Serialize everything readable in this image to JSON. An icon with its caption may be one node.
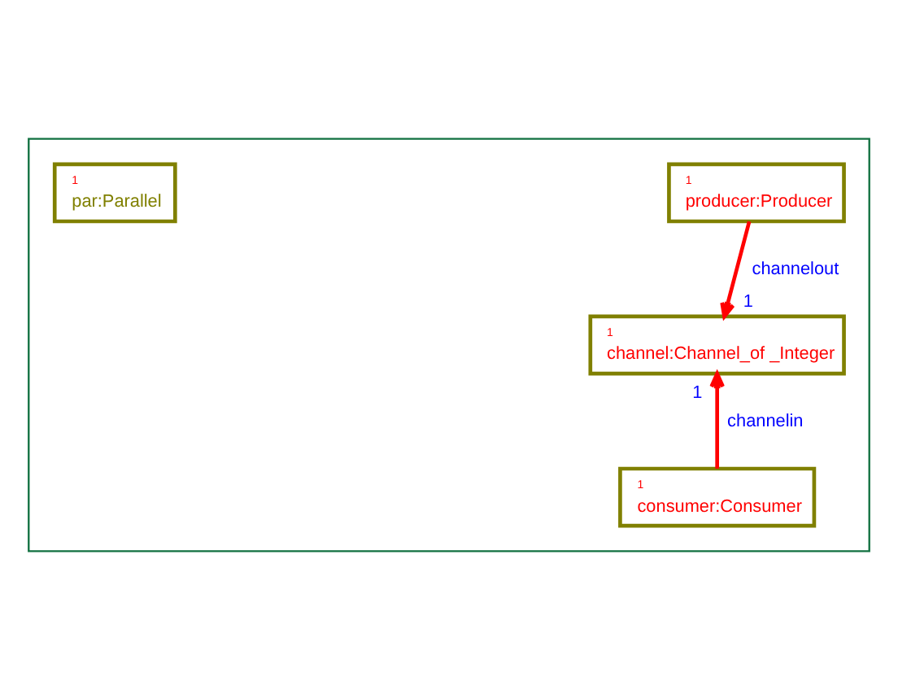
{
  "diagram": {
    "nodes": [
      {
        "text": [],
        "shape": "box"
      },
      {
        "text": [
          "1",
          "par:Parallel"
        ],
        "in": 0
      },
      {
        "text": [
          "1",
          "producer:Producer"
        ],
        "in": 0
      },
      {
        "text": [
          "1",
          "channel:Channel_of _Integer"
        ],
        "in": 0
      },
      {
        "text": [
          "1",
          "consumer:Consumer"
        ],
        "in": 0
      }
    ],
    "edges": [
      {
        "from": 2,
        "to": 3,
        "arrow": "to",
        "label": "channelout",
        "color": "#ff0000"
      },
      {
        "from": 4,
        "to": 3,
        "arrow": "to",
        "label": "channelin",
        "color": "#ff0000"
      }
    ],
    "labels": [
      "1",
      "1"
    ]
  }
}
